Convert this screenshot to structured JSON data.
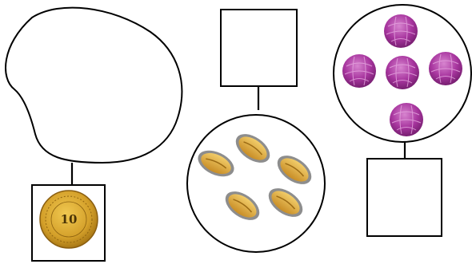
{
  "groups": [
    {
      "id": "group-1",
      "top_shape": "blob",
      "bottom_shape": "square",
      "bottom_item": {
        "icon": "coin-icon",
        "label": "10"
      }
    },
    {
      "id": "group-2",
      "top_shape": "square",
      "bottom_shape": "circle",
      "bottom_items": {
        "icon": "bean-icon",
        "count": 5
      }
    },
    {
      "id": "group-3",
      "top_shape": "circle",
      "bottom_shape": "square",
      "top_items": {
        "icon": "purple-ball-icon",
        "count": 5
      }
    }
  ],
  "colors": {
    "outline": "#000000",
    "coin_gold": "#d9a72c",
    "bean_gold": "#d4a13a",
    "ball_purple": "#a0339a"
  }
}
